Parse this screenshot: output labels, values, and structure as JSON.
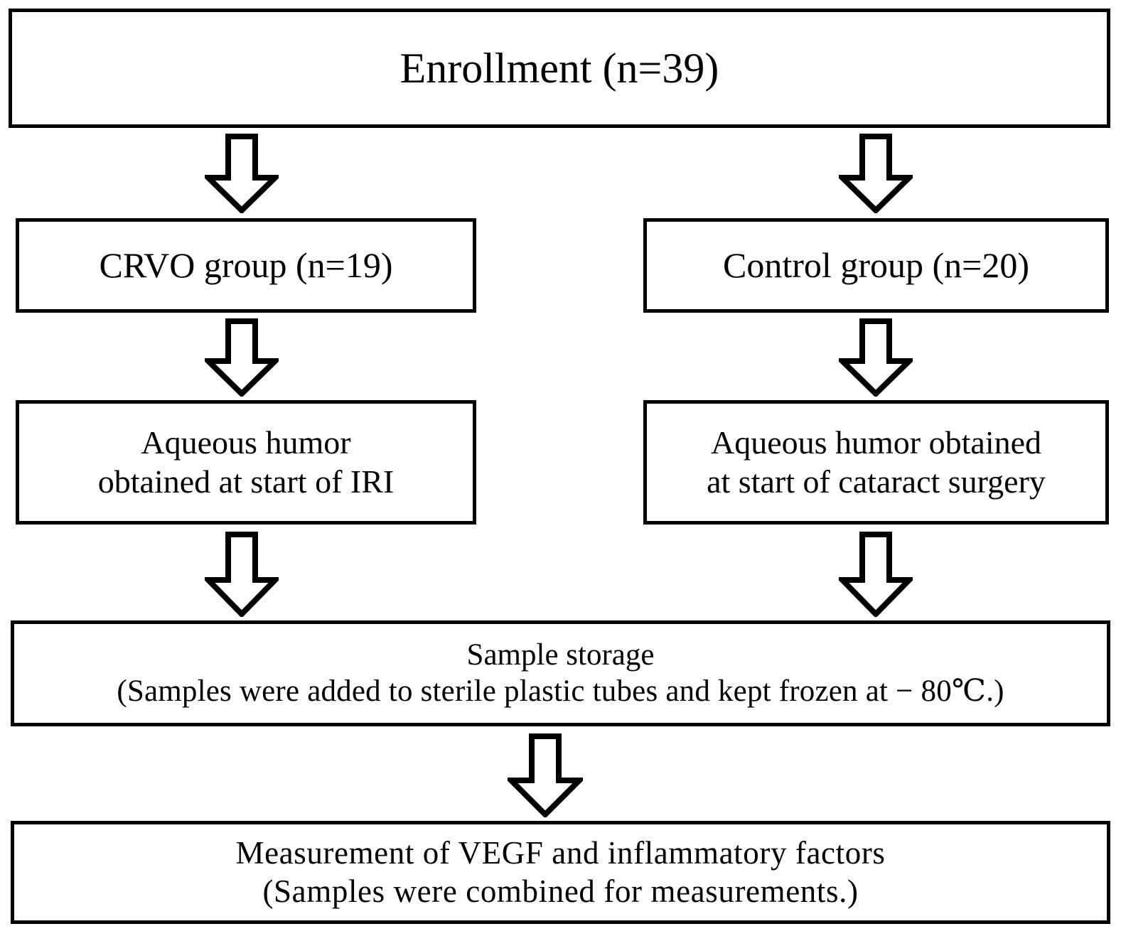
{
  "diagram": {
    "title": "Study enrollment and sample processing flowchart",
    "type": "flowchart",
    "background_color": "#ffffff",
    "stroke_color": "#000000",
    "nodes": {
      "enrollment": {
        "label": "Enrollment (n=39)"
      },
      "crvo_group": {
        "label": "CRVO group (n=19)"
      },
      "control_group": {
        "label": "Control group (n=20)"
      },
      "aqueous_crvo": {
        "line1": "Aqueous humor",
        "line2": "obtained at start of IRI"
      },
      "aqueous_control": {
        "line1": "Aqueous humor obtained",
        "line2": "at start of cataract surgery"
      },
      "sample_storage": {
        "line1": "Sample storage",
        "line2": "(Samples were added to sterile plastic tubes and kept frozen at − 80℃.)"
      },
      "measurement": {
        "line1": "Measurement of VEGF and inflammatory factors",
        "line2": "(Samples were combined for measurements.)"
      }
    },
    "arrows": [
      {
        "name": "enrollment-to-crvo-group",
        "direction": "down"
      },
      {
        "name": "enrollment-to-control-group",
        "direction": "down"
      },
      {
        "name": "crvo-group-to-aqueous-humor",
        "direction": "down"
      },
      {
        "name": "control-group-to-aqueous-humor",
        "direction": "down"
      },
      {
        "name": "aqueous-humor-crvo-to-sample-storage",
        "direction": "down"
      },
      {
        "name": "aqueous-humor-control-to-sample-storage",
        "direction": "down"
      },
      {
        "name": "sample-storage-to-measurement",
        "direction": "down"
      }
    ]
  }
}
